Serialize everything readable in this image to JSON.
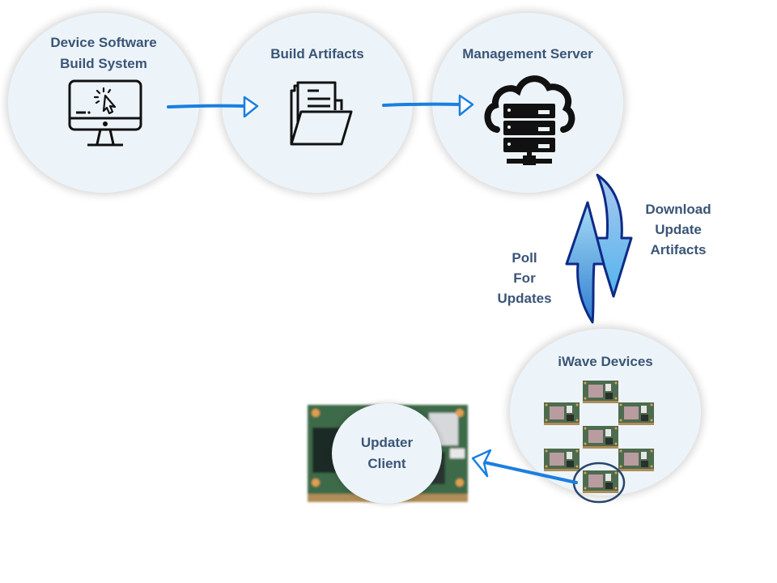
{
  "nodes": {
    "build_system": {
      "title_line1": "Device Software",
      "title_line2": "Build System",
      "icon": "monitor-cursor-icon"
    },
    "build_artifacts": {
      "title": "Build Artifacts",
      "icon": "folder-documents-icon"
    },
    "management_server": {
      "title": "Management Server",
      "icon": "cloud-server-icon"
    },
    "iwave_devices": {
      "title": "iWave Devices",
      "icon": "circuit-board-icon",
      "device_count": 7
    },
    "updater_client": {
      "title_line1": "Updater",
      "title_line2": "Client",
      "icon": "circuit-board-icon"
    }
  },
  "edges": {
    "poll": {
      "line1": "Poll",
      "line2": "For",
      "line3": "Updates"
    },
    "download": {
      "line1": "Download",
      "line2": "Update",
      "line3": "Artifacts"
    }
  },
  "colors": {
    "arrow_blue": "#1a7fe0",
    "title_text": "#3a5577",
    "circle_fill": "#edf4f9",
    "curved_arrow_dark": "#0e2a86",
    "curved_arrow_light": "#7ec3ef"
  }
}
